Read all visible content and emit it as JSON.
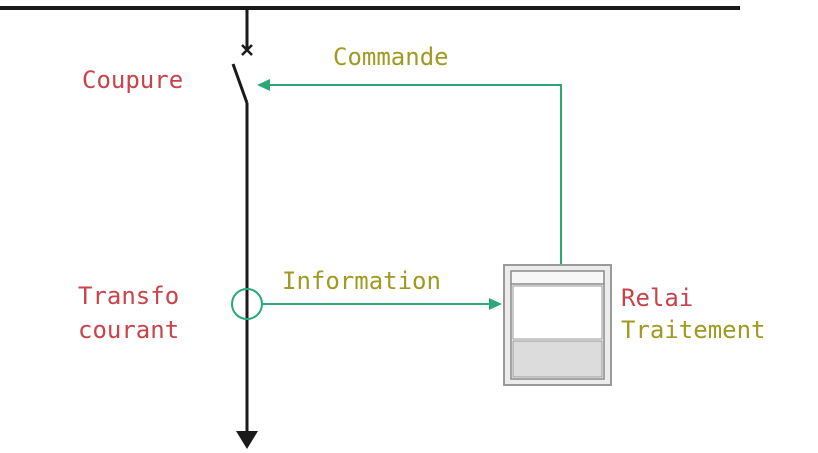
{
  "labels": {
    "coupure": "Coupure",
    "commande": "Commande",
    "transfo_line1": "Transfo",
    "transfo_line2": "courant",
    "information": "Information",
    "relai_line1": "Relai",
    "relai_line2": "Traitement"
  },
  "colors": {
    "red_label": "#c8434a",
    "olive_label": "#a09a22",
    "signal_line": "#2aa876",
    "power_line": "#1a1a1a",
    "relay_fill": "#f0f0f0",
    "relay_border": "#9a9a9a"
  },
  "icons": {
    "switch": "breaker-switch-icon",
    "current_transformer": "current-transformer-icon",
    "relay": "protection-relay-icon",
    "arrow_down": "arrow-down-icon"
  }
}
